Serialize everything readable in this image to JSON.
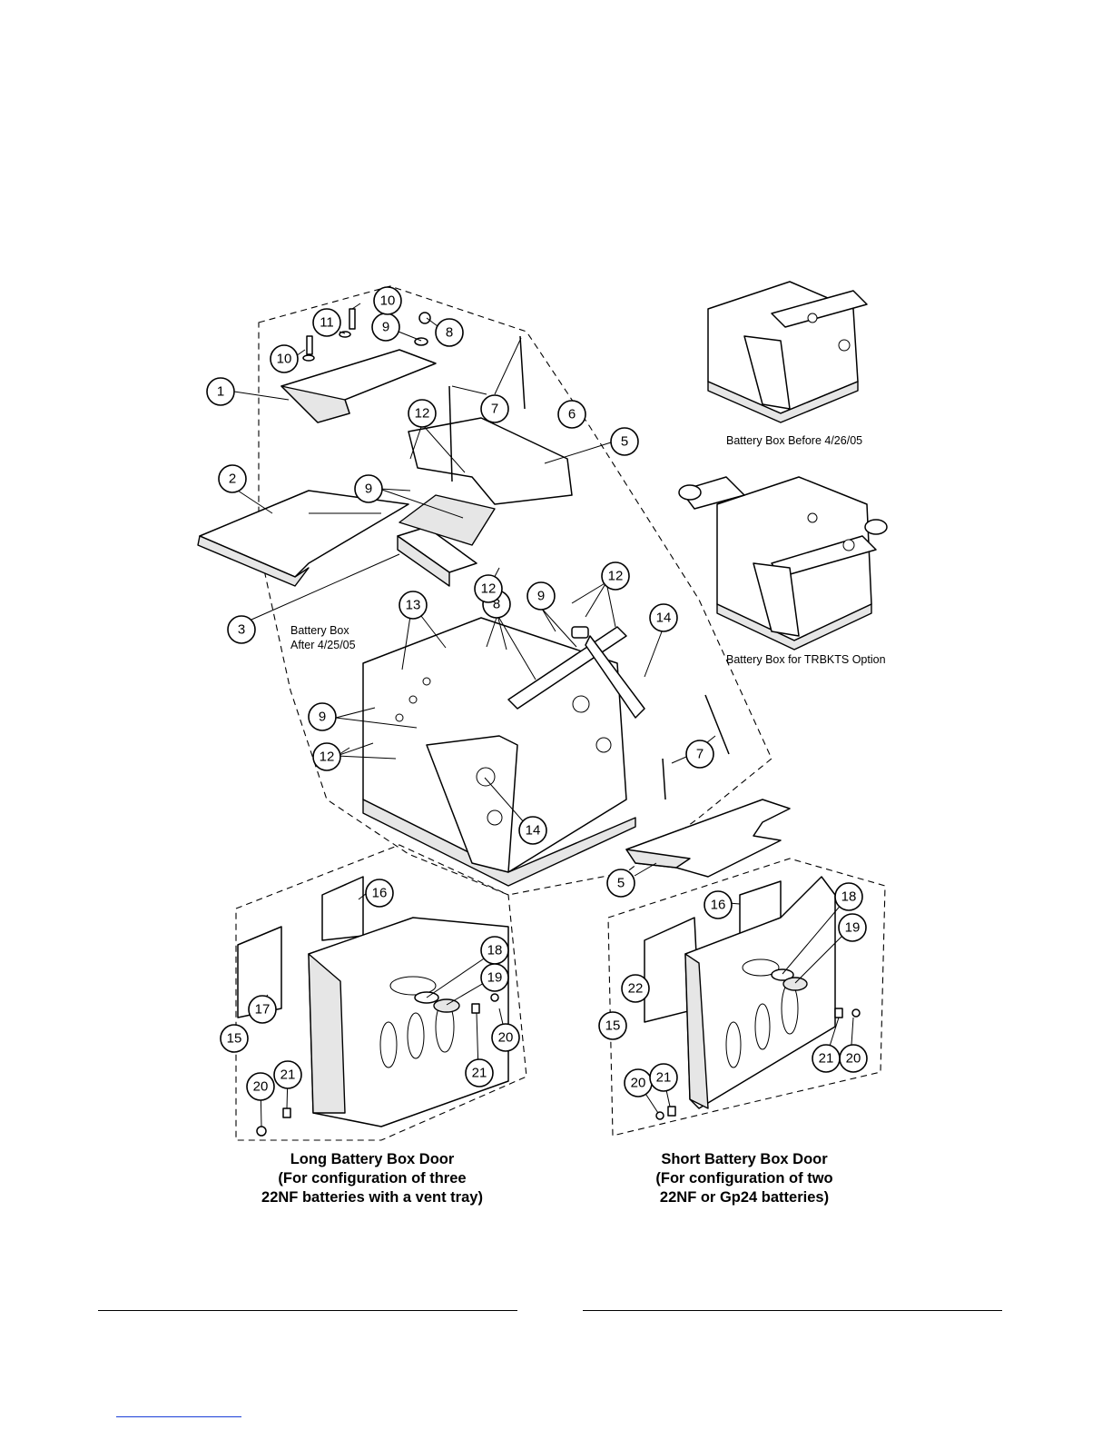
{
  "callouts": [
    "1",
    "2",
    "3",
    "5",
    "5",
    "6",
    "7",
    "7",
    "8",
    "8",
    "9",
    "9",
    "9",
    "9",
    "10",
    "10",
    "11",
    "12",
    "12",
    "12",
    "12",
    "13",
    "14",
    "14",
    "15",
    "15",
    "16",
    "16",
    "17",
    "18",
    "18",
    "19",
    "19",
    "20",
    "20",
    "20",
    "20",
    "21",
    "21",
    "21",
    "21",
    "22"
  ],
  "labels": {
    "battery_box_after_line1": "Battery Box",
    "battery_box_after_line2": "After 4/25/05",
    "battery_box_before": "Battery Box Before 4/26/05",
    "battery_box_trbkts": "Battery Box for TRBKTS Option"
  },
  "captions": {
    "long_door": {
      "line1": "Long Battery Box Door",
      "line2": "(For configuration of three",
      "line3": "22NF batteries with a vent tray)"
    },
    "short_door": {
      "line1": "Short Battery Box Door",
      "line2": "(For configuration of two",
      "line3": "22NF or Gp24 batteries)"
    }
  },
  "colors": {
    "line": "#000000",
    "footer_accent": "#1a3fd8"
  }
}
